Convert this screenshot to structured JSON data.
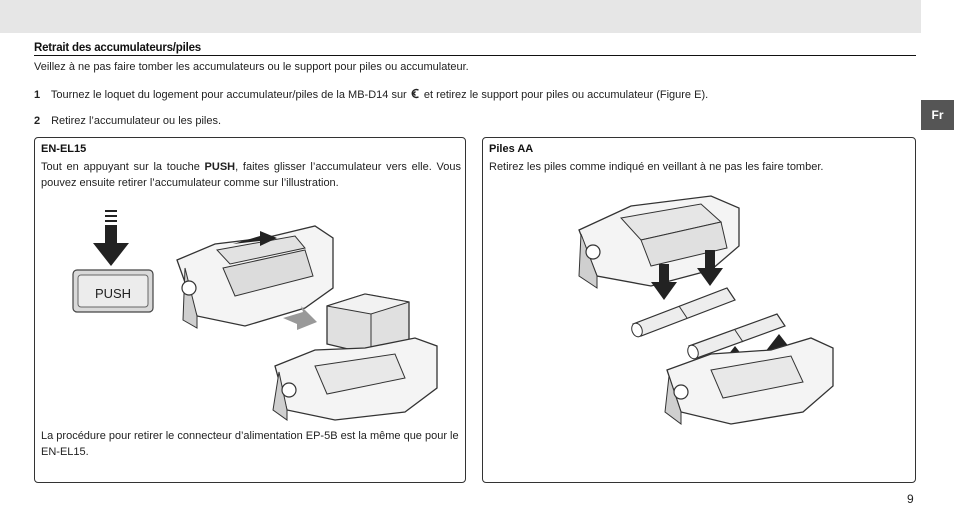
{
  "section": {
    "heading": "Retrait des accumulateurs/piles",
    "intro": "Veillez à ne pas faire tomber les accumulateurs ou le support pour piles ou accumulateur."
  },
  "steps": [
    {
      "num": "1",
      "text_before": "Tournez le loquet du logement pour accumulateur/piles de la MB-D14 sur",
      "icon": "unlock-arrow-icon",
      "text_after": "et retirez le support pour piles ou accumulateur (Figure E)."
    },
    {
      "num": "2",
      "text": "Retirez l’accumulateur ou les piles."
    }
  ],
  "lang_tab": "Fr",
  "panels": {
    "left": {
      "title": "EN-EL15",
      "text_before": "Tout en appuyant sur la touche",
      "keyword": "PUSH",
      "text_after": ", faites glisser l’accumulateur vers elle. Vous pouvez ensuite retirer l’accumulateur comme sur l’illustration.",
      "button_label": "PUSH",
      "footnote": "La procédure pour retirer le connecteur d’alimentation EP-5B est la même que pour le EN-EL15."
    },
    "right": {
      "title": "Piles AA",
      "text": "Retirez les piles comme indiqué en veillant à ne pas les faire tomber."
    }
  },
  "page_number": "9"
}
